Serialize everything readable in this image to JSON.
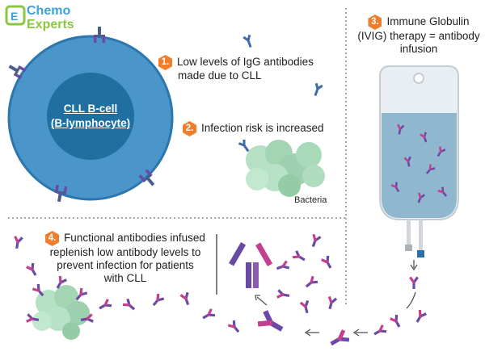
{
  "logo": {
    "line1": "Chemo",
    "line2": "Experts"
  },
  "cell": {
    "line1": "CLL B-cell",
    "line2": "(B-lymphocyte)"
  },
  "steps": [
    {
      "num": "1.",
      "text_line1": "Low levels of IgG antibodies",
      "text_line2": "made due to CLL"
    },
    {
      "num": "2.",
      "text_line1": "Infection risk is increased"
    },
    {
      "num": "3.",
      "text_line1": "Immune Globulin",
      "text_line2": "(IVIG) therapy = antibody",
      "text_line3": "infusion"
    },
    {
      "num": "4.",
      "text_line1": "Functional antibodies infused",
      "text_line2": "replenish low antibody levels to",
      "text_line3": "prevent infection for patients",
      "text_line4": "with CLL"
    }
  ],
  "bacteria_label": "Bacteria",
  "colors": {
    "cell_outer": "#4a95c9",
    "cell_inner": "#1f6fa1",
    "step_badge": "#f07d2b",
    "antibody_blue": "#3e6aa8",
    "antibody_purple": "#6a4aa5",
    "antibody_magenta": "#c2408f",
    "bacteria": "#a8d9b8"
  }
}
